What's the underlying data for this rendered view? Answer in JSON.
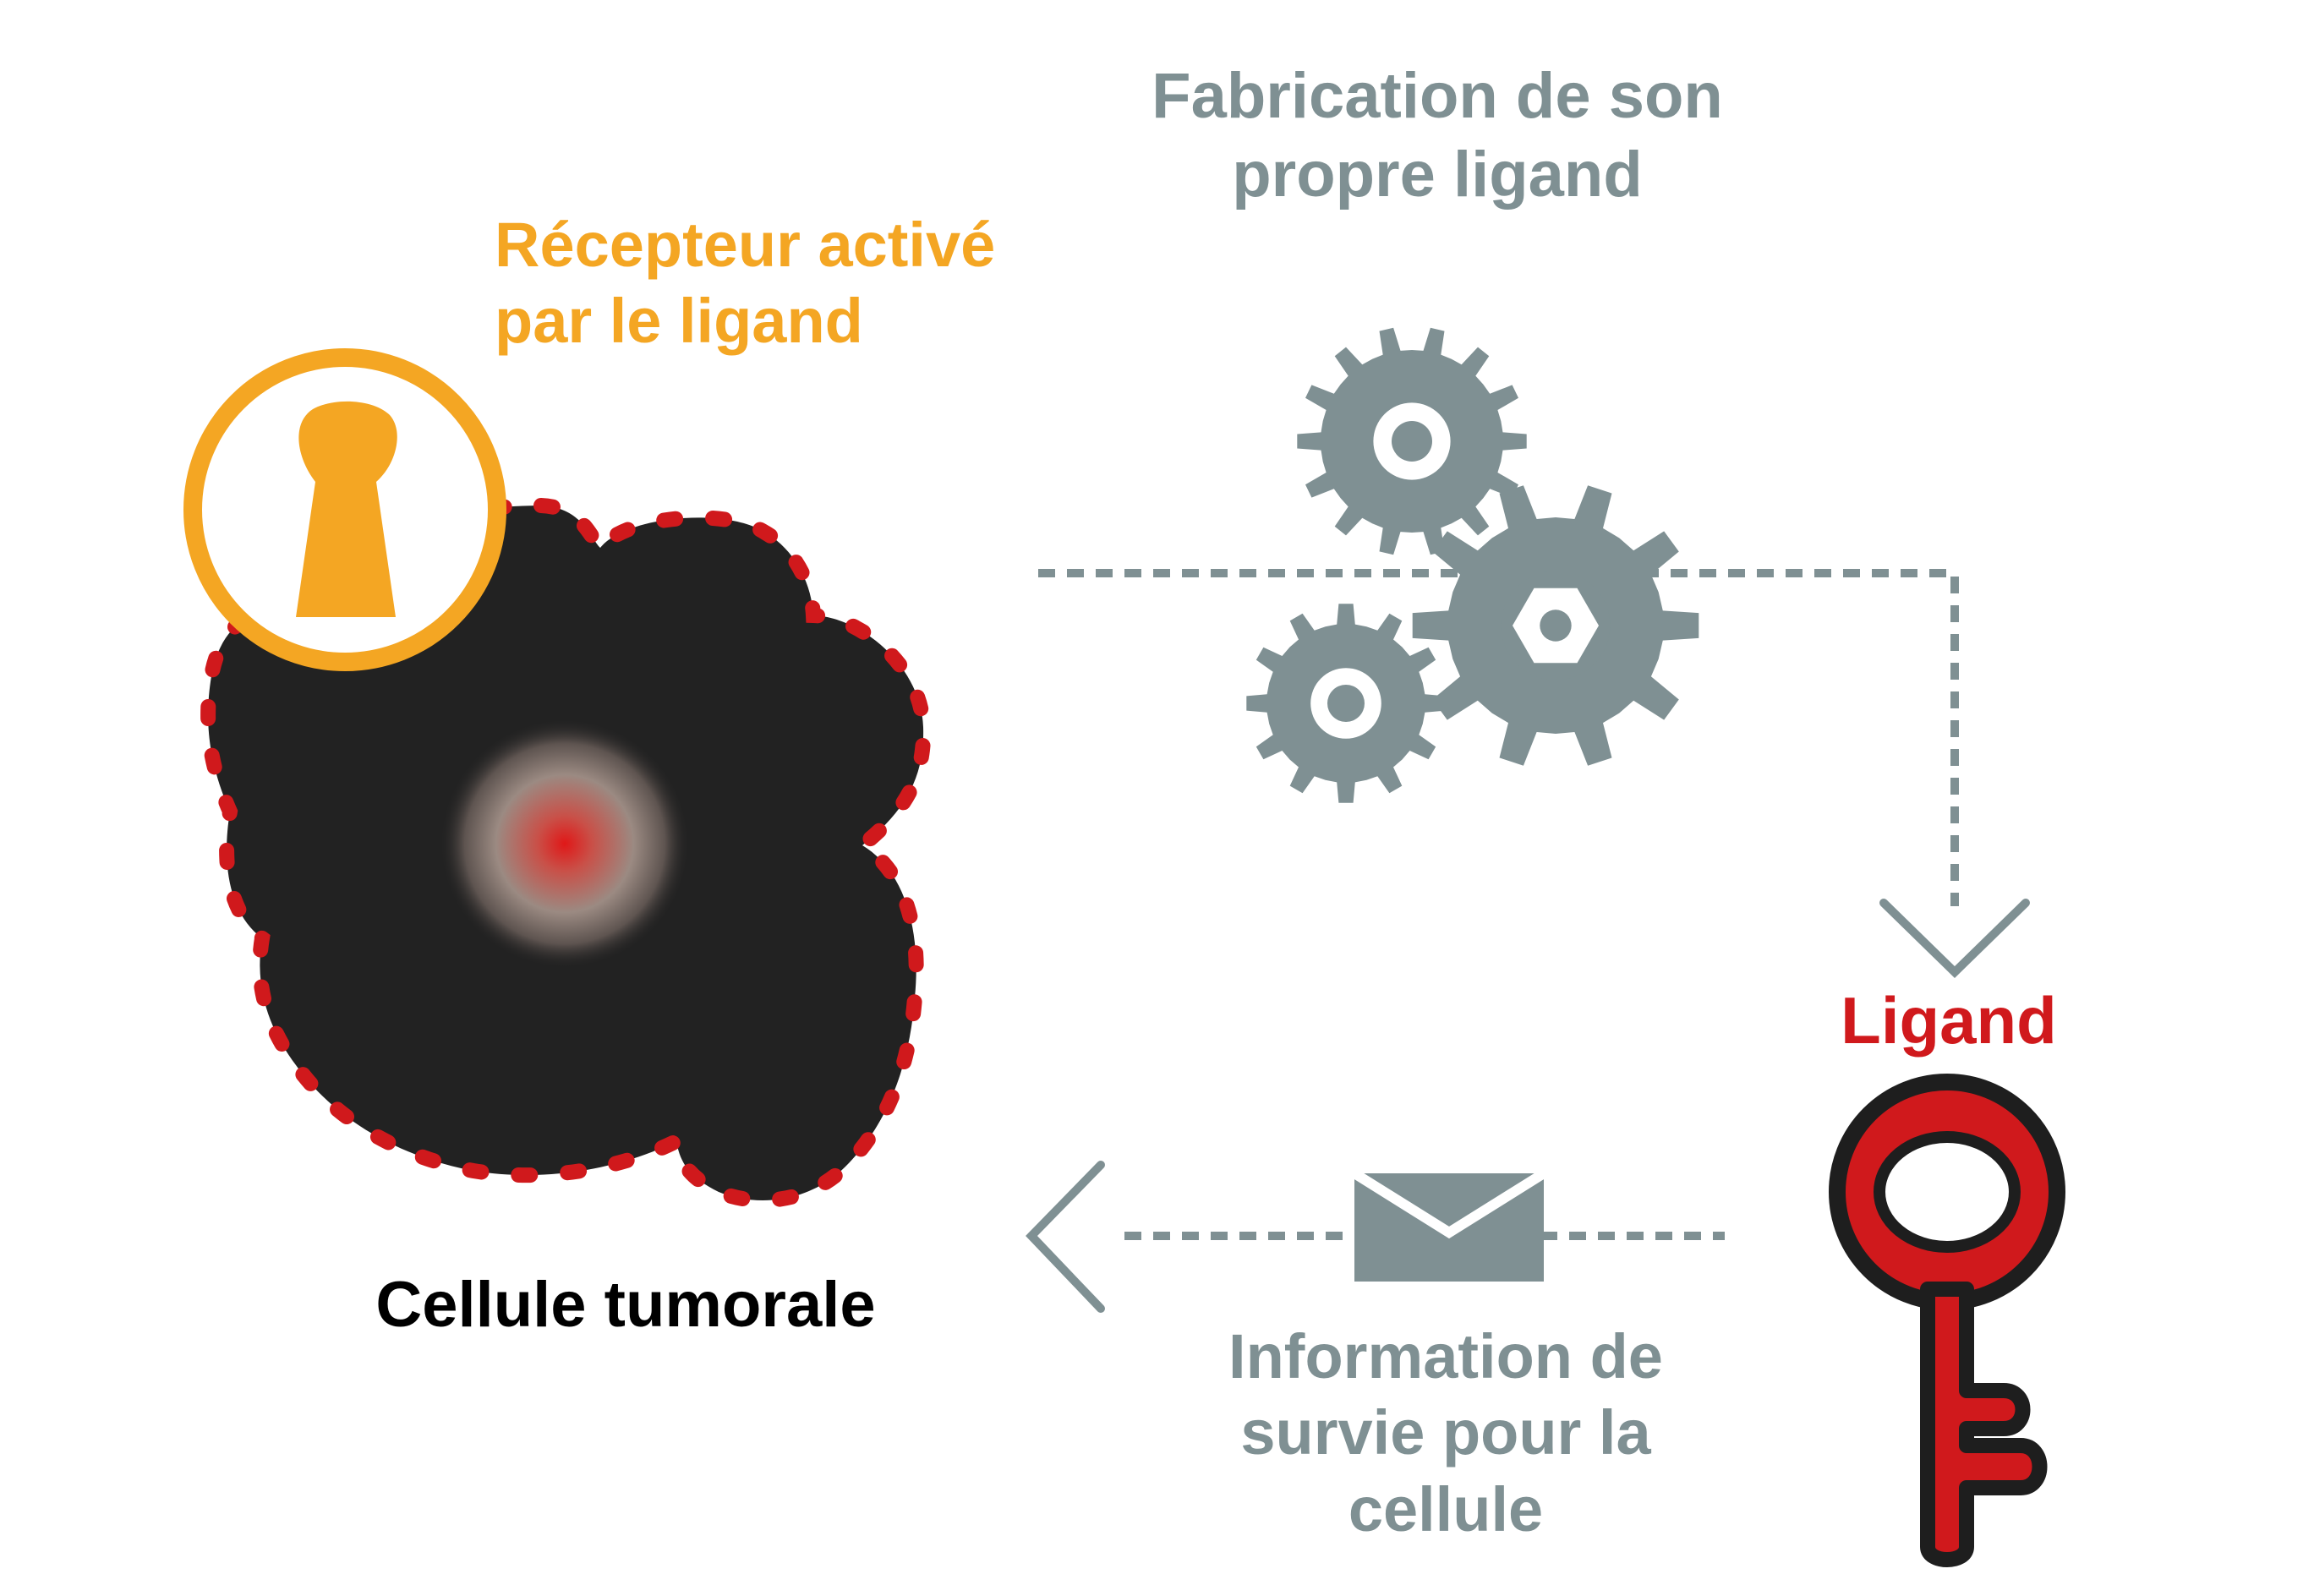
{
  "labels": {
    "fabrication": [
      "Fabrication de son",
      "propre ligand"
    ],
    "recepteur": [
      "Récepteur activé",
      "par le ligand"
    ],
    "ligand": "Ligand",
    "cellule": "Cellule tumorale",
    "information": [
      "Information de",
      "survie pour la",
      "cellule"
    ]
  },
  "colors": {
    "gray": "#7f9093",
    "orange": "#f4a623",
    "red": "#d0191c",
    "black": "#1e1e1e",
    "cell_black": "#222222"
  },
  "icons": {
    "receptor": "keyhole-icon",
    "production": "gears-icon",
    "ligand": "key-icon",
    "message": "envelope-icon",
    "arrow_down": "chevron-down-icon",
    "arrow_left": "chevron-left-icon"
  }
}
